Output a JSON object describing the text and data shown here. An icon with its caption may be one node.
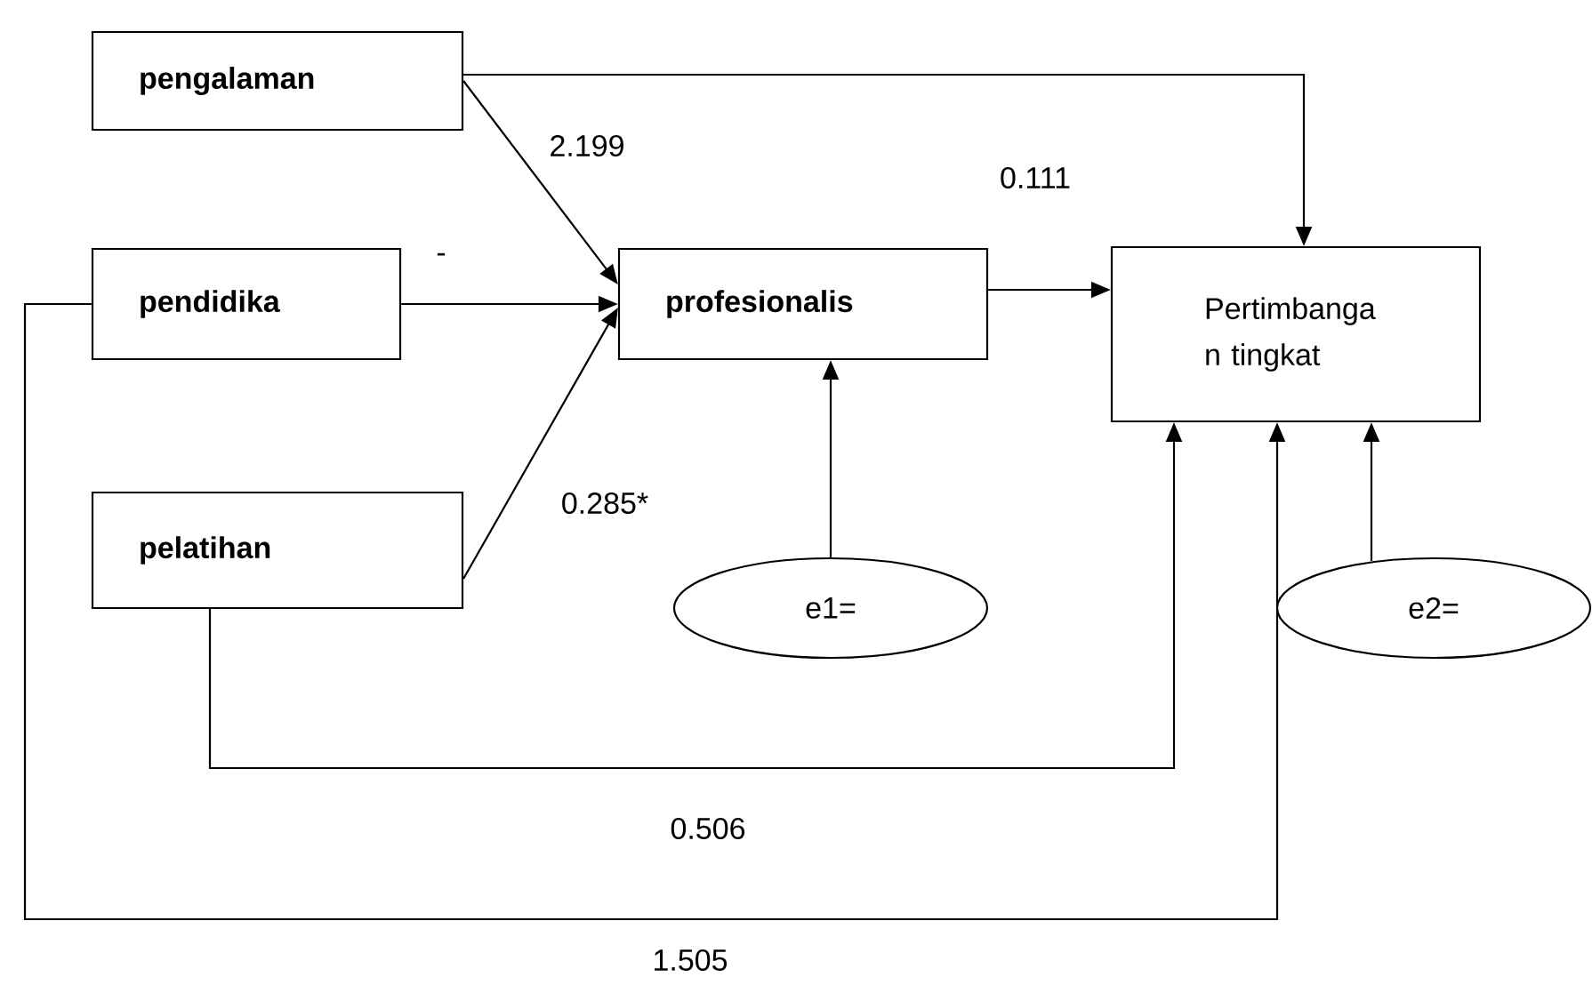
{
  "diagram": {
    "nodes": [
      {
        "text": [
          "pengalaman"
        ]
      },
      {
        "text": [
          "pendidika"
        ]
      },
      {
        "text": [
          "profesionalis"
        ]
      },
      {
        "text": [
          "Pertimbanga n tingkat"
        ]
      },
      {
        "text": [
          "pelatihan"
        ]
      },
      {
        "text": [
          "e1="
        ]
      },
      {
        "text": [
          "e2="
        ]
      }
    ],
    "edges": [
      {
        "from": 0,
        "to": 2,
        "arrow": "to",
        "label": "2.199"
      },
      {
        "from": 1,
        "to": 2,
        "arrow": "to"
      },
      {
        "from": 4,
        "to": 2,
        "arrow": "to",
        "label": "0.285*"
      },
      {
        "from": 2,
        "to": 3,
        "arrow": "to",
        "label": "0.111"
      },
      {
        "from": 0,
        "to": 3,
        "arrow": "to"
      },
      {
        "from": 5,
        "to": 2,
        "arrow": "to"
      },
      {
        "from": 4,
        "to": 3,
        "arrow": "to",
        "label": "0.506"
      },
      {
        "from": 1,
        "to": 3,
        "arrow": "to",
        "label": "1.505"
      },
      {
        "from": 6,
        "to": 3,
        "arrow": "to"
      }
    ],
    "labels": [
      "-"
    ]
  }
}
